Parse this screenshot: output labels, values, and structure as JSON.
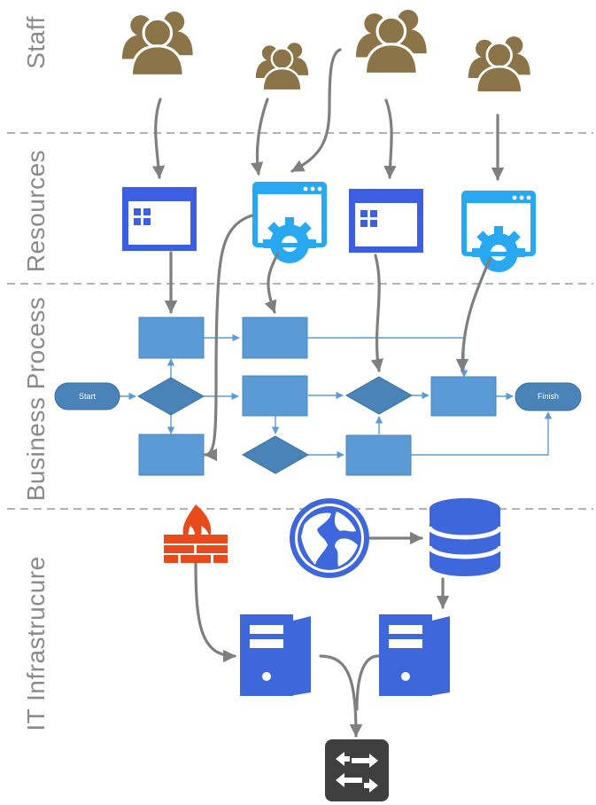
{
  "lanes": {
    "staff": "Staff",
    "resources": "Resources",
    "business_process": "Business Process",
    "it_infrastructure": "IT Infrastrucure"
  },
  "process": {
    "start_label": "Start",
    "finish_label": "Finish"
  },
  "icons": {
    "staff": "user-group-icon",
    "resource_window": "app-window-icon",
    "resource_config": "settings-window-icon",
    "firewall": "firewall-icon",
    "internet": "globe-icon",
    "database": "database-icon",
    "server": "server-icon",
    "switch": "network-switch-icon"
  },
  "colors": {
    "staff": "#8b7448",
    "window_dark": "#3b5fe0",
    "window_light": "#29a8f2",
    "process_box": "#5b9bd5",
    "decision": "#4a83b8",
    "terminator": "#4a83b8",
    "flow_line": "#5b9bd5",
    "connector": "#808080",
    "firewall": "#e94a1b",
    "infra_blue": "#3e67dc",
    "switch": "#3f3f3f",
    "divider": "#9a9a9a",
    "lane_text": "#8a8a8a"
  }
}
